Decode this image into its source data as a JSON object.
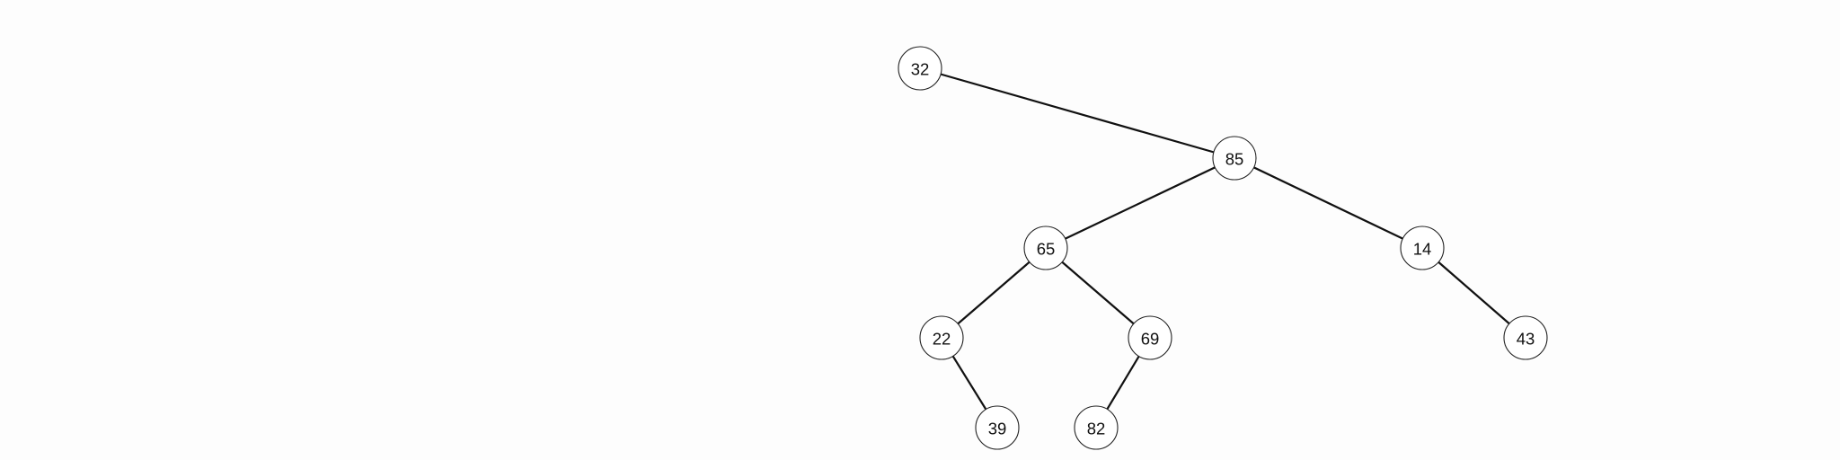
{
  "tree": {
    "nodes": [
      {
        "id": "n32",
        "label": "32"
      },
      {
        "id": "n85",
        "label": "85"
      },
      {
        "id": "n65",
        "label": "65"
      },
      {
        "id": "n14",
        "label": "14"
      },
      {
        "id": "n22",
        "label": "22"
      },
      {
        "id": "n69",
        "label": "69"
      },
      {
        "id": "n43",
        "label": "43"
      },
      {
        "id": "n39",
        "label": "39"
      },
      {
        "id": "n82",
        "label": "82"
      }
    ],
    "edges": [
      {
        "from": "n32",
        "to": "n85"
      },
      {
        "from": "n85",
        "to": "n65"
      },
      {
        "from": "n85",
        "to": "n14"
      },
      {
        "from": "n65",
        "to": "n22"
      },
      {
        "from": "n65",
        "to": "n69"
      },
      {
        "from": "n14",
        "to": "n43"
      },
      {
        "from": "n22",
        "to": "n39"
      },
      {
        "from": "n69",
        "to": "n82"
      }
    ]
  },
  "colors": {
    "background": "#fdfdfd",
    "edge": "#111111",
    "node_fill": "#ffffff",
    "node_stroke": "#222222",
    "text": "#111111"
  }
}
